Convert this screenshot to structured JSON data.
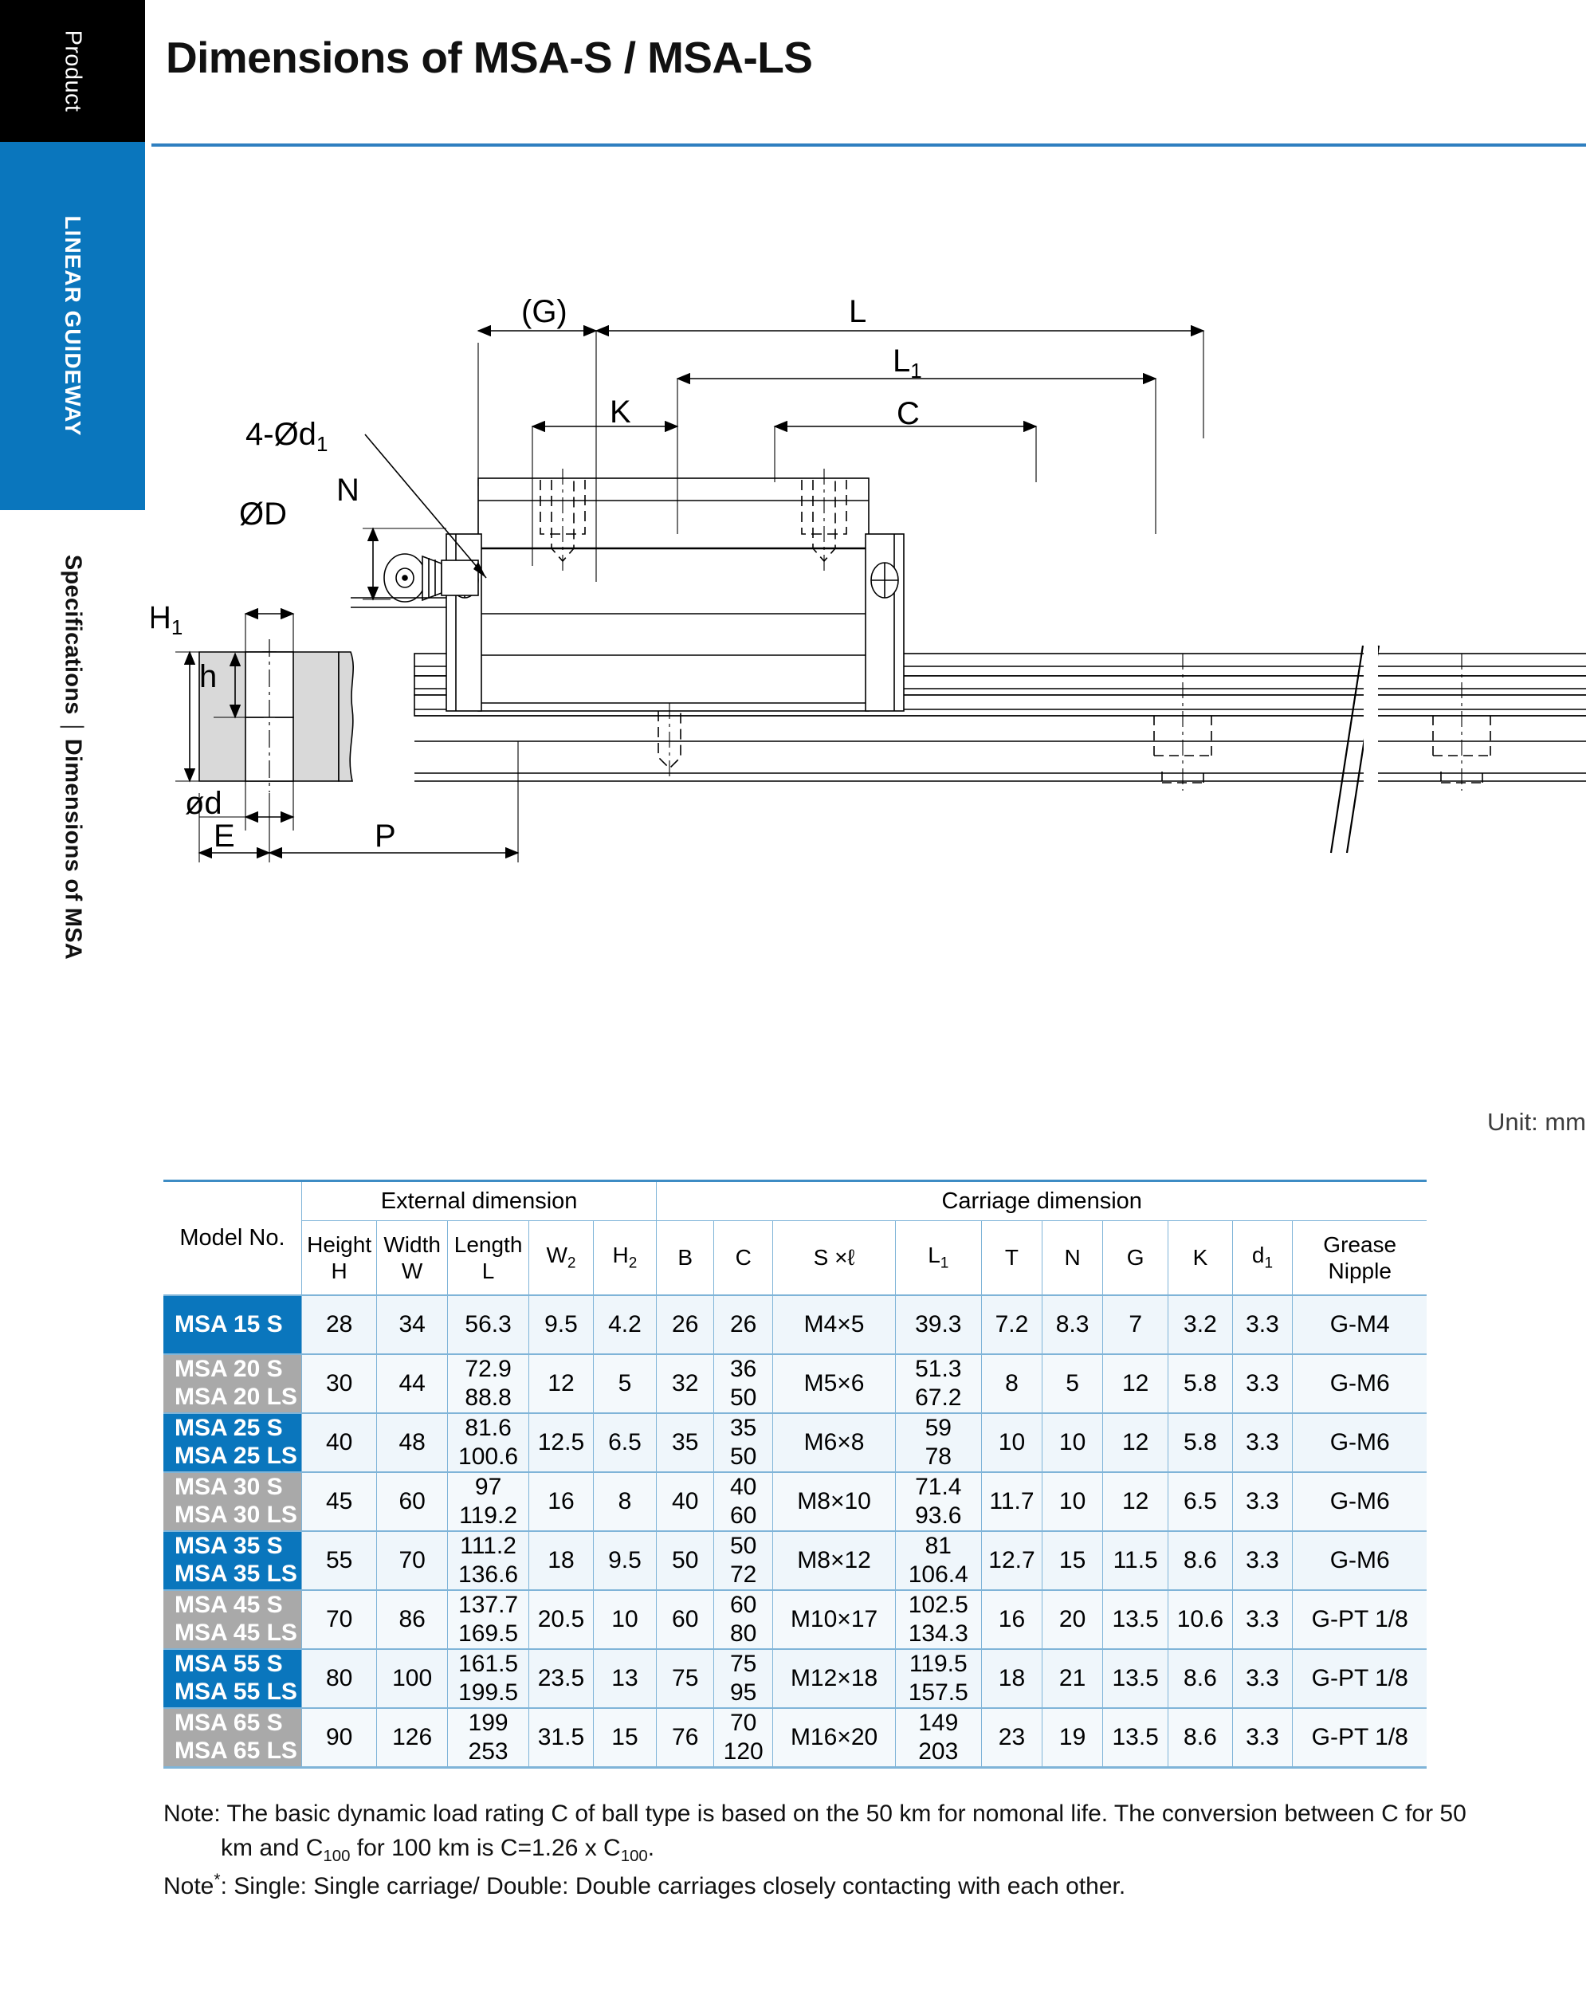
{
  "sidebar": {
    "product_tab": "Product",
    "section_tab": "LINEAR GUIDEWAY",
    "spec_tab_a": "Specifications",
    "spec_tab_b": "Dimensions of MSA"
  },
  "header": {
    "title": "Dimensions of MSA-S / MSA-LS"
  },
  "drawing": {
    "labels": {
      "g": "(G)",
      "l": "L",
      "l1": "L",
      "l1_sub": "1",
      "c": "C",
      "k": "K",
      "n": "N",
      "od": "ØD",
      "four_od1": "4-Ød",
      "four_od1_sub": "1",
      "h1": "H",
      "h1_sub": "1",
      "h": "h",
      "od_small": "ød",
      "e": "E",
      "p": "P"
    }
  },
  "unit_label": "Unit: mm",
  "table": {
    "group_headers": {
      "model": "Model No.",
      "external": "External dimension",
      "carriage": "Carriage dimension"
    },
    "columns": [
      {
        "line1": "Height",
        "line2": "H"
      },
      {
        "line1": "Width",
        "line2": "W"
      },
      {
        "line1": "Length",
        "line2": "L"
      },
      {
        "line1": "W",
        "sub": "2",
        "line2": ""
      },
      {
        "line1": "H",
        "sub": "2",
        "line2": ""
      },
      {
        "line1": "B",
        "line2": ""
      },
      {
        "line1": "C",
        "line2": ""
      },
      {
        "line1": "S ×ℓ",
        "line2": ""
      },
      {
        "line1": "L",
        "sub": "1",
        "line2": ""
      },
      {
        "line1": "T",
        "line2": ""
      },
      {
        "line1": "N",
        "line2": ""
      },
      {
        "line1": "G",
        "line2": ""
      },
      {
        "line1": "K",
        "line2": ""
      },
      {
        "line1": "d",
        "sub": "1",
        "line2": ""
      },
      {
        "line1": "Grease",
        "line2": "Nipple"
      }
    ],
    "rows": [
      {
        "model": "MSA 15 S",
        "model2": "",
        "color": "blue",
        "H": "28",
        "W": "34",
        "L": "56.3",
        "W2": "9.5",
        "H2": "4.2",
        "B": "26",
        "C": "26",
        "Sxl": "M4×5",
        "L1": "39.3",
        "T": "7.2",
        "N": "8.3",
        "G": "7",
        "K": "3.2",
        "d1": "3.3",
        "grease": "G-M4"
      },
      {
        "model": "MSA 20 S",
        "model2": "MSA 20 LS",
        "color": "gray",
        "H": "30",
        "W": "44",
        "L": "72.9\n88.8",
        "W2": "12",
        "H2": "5",
        "B": "32",
        "C": "36\n50",
        "Sxl": "M5×6",
        "L1": "51.3\n67.2",
        "T": "8",
        "N": "5",
        "G": "12",
        "K": "5.8",
        "d1": "3.3",
        "grease": "G-M6"
      },
      {
        "model": "MSA 25 S",
        "model2": "MSA 25 LS",
        "color": "blue",
        "H": "40",
        "W": "48",
        "L": "81.6\n100.6",
        "W2": "12.5",
        "H2": "6.5",
        "B": "35",
        "C": "35\n50",
        "Sxl": "M6×8",
        "L1": "59\n78",
        "T": "10",
        "N": "10",
        "G": "12",
        "K": "5.8",
        "d1": "3.3",
        "grease": "G-M6"
      },
      {
        "model": "MSA 30 S",
        "model2": "MSA 30 LS",
        "color": "gray",
        "H": "45",
        "W": "60",
        "L": "97\n119.2",
        "W2": "16",
        "H2": "8",
        "B": "40",
        "C": "40\n60",
        "Sxl": "M8×10",
        "L1": "71.4\n93.6",
        "T": "11.7",
        "N": "10",
        "G": "12",
        "K": "6.5",
        "d1": "3.3",
        "grease": "G-M6"
      },
      {
        "model": "MSA 35 S",
        "model2": "MSA 35 LS",
        "color": "blue",
        "H": "55",
        "W": "70",
        "L": "111.2\n136.6",
        "W2": "18",
        "H2": "9.5",
        "B": "50",
        "C": "50\n72",
        "Sxl": "M8×12",
        "L1": "81\n106.4",
        "T": "12.7",
        "N": "15",
        "G": "11.5",
        "K": "8.6",
        "d1": "3.3",
        "grease": "G-M6"
      },
      {
        "model": "MSA 45 S",
        "model2": "MSA 45 LS",
        "color": "gray",
        "H": "70",
        "W": "86",
        "L": "137.7\n169.5",
        "W2": "20.5",
        "H2": "10",
        "B": "60",
        "C": "60\n80",
        "Sxl": "M10×17",
        "L1": "102.5\n134.3",
        "T": "16",
        "N": "20",
        "G": "13.5",
        "K": "10.6",
        "d1": "3.3",
        "grease": "G-PT 1/8"
      },
      {
        "model": "MSA 55 S",
        "model2": "MSA 55 LS",
        "color": "blue",
        "H": "80",
        "W": "100",
        "L": "161.5\n199.5",
        "W2": "23.5",
        "H2": "13",
        "B": "75",
        "C": "75\n95",
        "Sxl": "M12×18",
        "L1": "119.5\n157.5",
        "T": "18",
        "N": "21",
        "G": "13.5",
        "K": "8.6",
        "d1": "3.3",
        "grease": "G-PT 1/8"
      },
      {
        "model": "MSA 65 S",
        "model2": "MSA 65 LS",
        "color": "gray",
        "H": "90",
        "W": "126",
        "L": "199\n253",
        "W2": "31.5",
        "H2": "15",
        "B": "76",
        "C": "70\n120",
        "Sxl": "M16×20",
        "L1": "149\n203",
        "T": "23",
        "N": "19",
        "G": "13.5",
        "K": "8.6",
        "d1": "3.3",
        "grease": "G-PT 1/8"
      }
    ]
  },
  "notes": {
    "note1_a": "Note: The basic dynamic load rating C of ball type is based on the 50 km for nomonal life. The conversion between C for 50",
    "note1_b_pre": "km and C",
    "note1_b_sub1": "100",
    "note1_b_mid": " for 100 km is C=1.26 x C",
    "note1_b_sub2": "100",
    "note1_b_post": ".",
    "note2_pre": "Note",
    "note2_star": "*",
    "note2_post": ": Single: Single carriage/ Double: Double carriages closely contacting with each other."
  },
  "colors": {
    "brand_blue": "#0a76bd",
    "gray_band": "#a9a9a9",
    "table_line": "#7fb4d8",
    "row_fill": "#eff6fb"
  }
}
